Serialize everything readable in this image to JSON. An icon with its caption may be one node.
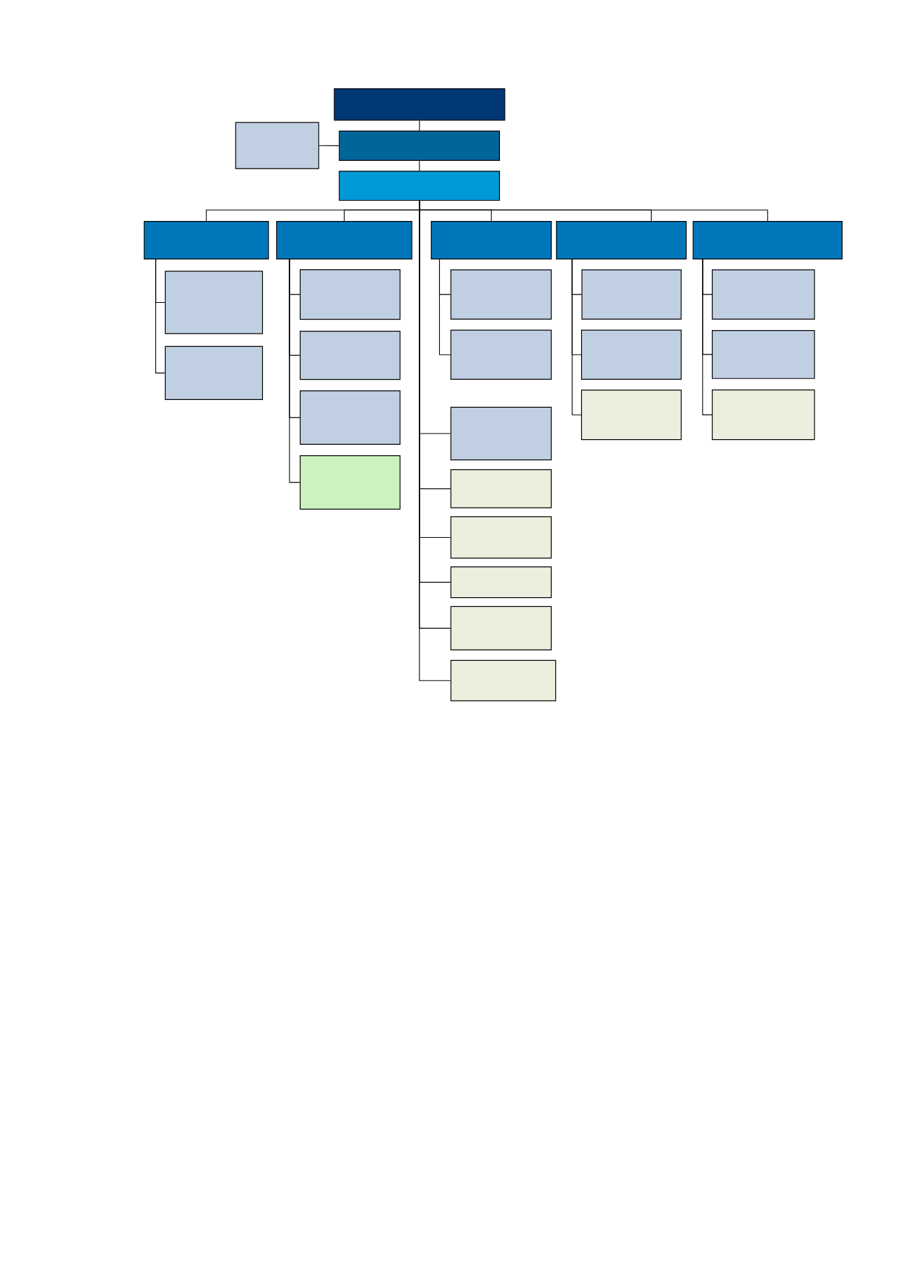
{
  "diagram": {
    "nodes": [
      {
        "text": [],
        "shape": "box"
      },
      {
        "text": [],
        "shape": "box"
      },
      {
        "text": [],
        "shape": "box"
      },
      {
        "text": [],
        "shape": "box"
      },
      {
        "text": [],
        "shape": "box"
      },
      {
        "text": [],
        "shape": "box"
      },
      {
        "text": [],
        "shape": "box"
      },
      {
        "text": [],
        "shape": "box"
      },
      {
        "text": [],
        "shape": "box"
      },
      {
        "text": [],
        "shape": "box"
      },
      {
        "text": [],
        "shape": "box"
      },
      {
        "text": [],
        "shape": "box"
      },
      {
        "text": [],
        "shape": "box"
      },
      {
        "text": [],
        "shape": "box"
      },
      {
        "text": [],
        "shape": "box"
      },
      {
        "text": [],
        "shape": "box"
      },
      {
        "text": [],
        "shape": "box"
      },
      {
        "text": [],
        "shape": "box"
      },
      {
        "text": [],
        "shape": "box"
      },
      {
        "text": [],
        "shape": "box"
      },
      {
        "text": [],
        "shape": "box"
      },
      {
        "text": [],
        "shape": "box"
      },
      {
        "text": [],
        "shape": "box"
      },
      {
        "text": [],
        "shape": "box"
      },
      {
        "text": [],
        "shape": "box"
      },
      {
        "text": [],
        "shape": "box"
      },
      {
        "text": [],
        "shape": "box"
      },
      {
        "text": [],
        "shape": "box"
      },
      {
        "text": [],
        "shape": "box"
      }
    ],
    "edges": [
      {
        "from": 0,
        "to": 2,
        "arrow": "none"
      },
      {
        "from": 2,
        "to": 1,
        "arrow": "none"
      },
      {
        "from": 2,
        "to": 3,
        "arrow": "none"
      },
      {
        "from": 3,
        "to": 4,
        "arrow": "none"
      },
      {
        "from": 3,
        "to": 5,
        "arrow": "none"
      },
      {
        "from": 3,
        "to": 6,
        "arrow": "none"
      },
      {
        "from": 3,
        "to": 7,
        "arrow": "none"
      },
      {
        "from": 3,
        "to": 8,
        "arrow": "none"
      },
      {
        "from": 4,
        "to": 9,
        "arrow": "none"
      },
      {
        "from": 4,
        "to": 10,
        "arrow": "none"
      },
      {
        "from": 5,
        "to": 11,
        "arrow": "none"
      },
      {
        "from": 5,
        "to": 12,
        "arrow": "none"
      },
      {
        "from": 5,
        "to": 13,
        "arrow": "none"
      },
      {
        "from": 5,
        "to": 14,
        "arrow": "none"
      },
      {
        "from": 6,
        "to": 15,
        "arrow": "none"
      },
      {
        "from": 6,
        "to": 16,
        "arrow": "none"
      },
      {
        "from": 3,
        "to": 17,
        "arrow": "none"
      },
      {
        "from": 3,
        "to": 18,
        "arrow": "none"
      },
      {
        "from": 3,
        "to": 19,
        "arrow": "none"
      },
      {
        "from": 3,
        "to": 20,
        "arrow": "none"
      },
      {
        "from": 3,
        "to": 21,
        "arrow": "none"
      },
      {
        "from": 3,
        "to": 22,
        "arrow": "none"
      },
      {
        "from": 7,
        "to": 23,
        "arrow": "none"
      },
      {
        "from": 7,
        "to": 24,
        "arrow": "none"
      },
      {
        "from": 7,
        "to": 25,
        "arrow": "none"
      },
      {
        "from": 8,
        "to": 26,
        "arrow": "none"
      },
      {
        "from": 8,
        "to": 27,
        "arrow": "none"
      },
      {
        "from": 8,
        "to": 28,
        "arrow": "none"
      }
    ]
  }
}
